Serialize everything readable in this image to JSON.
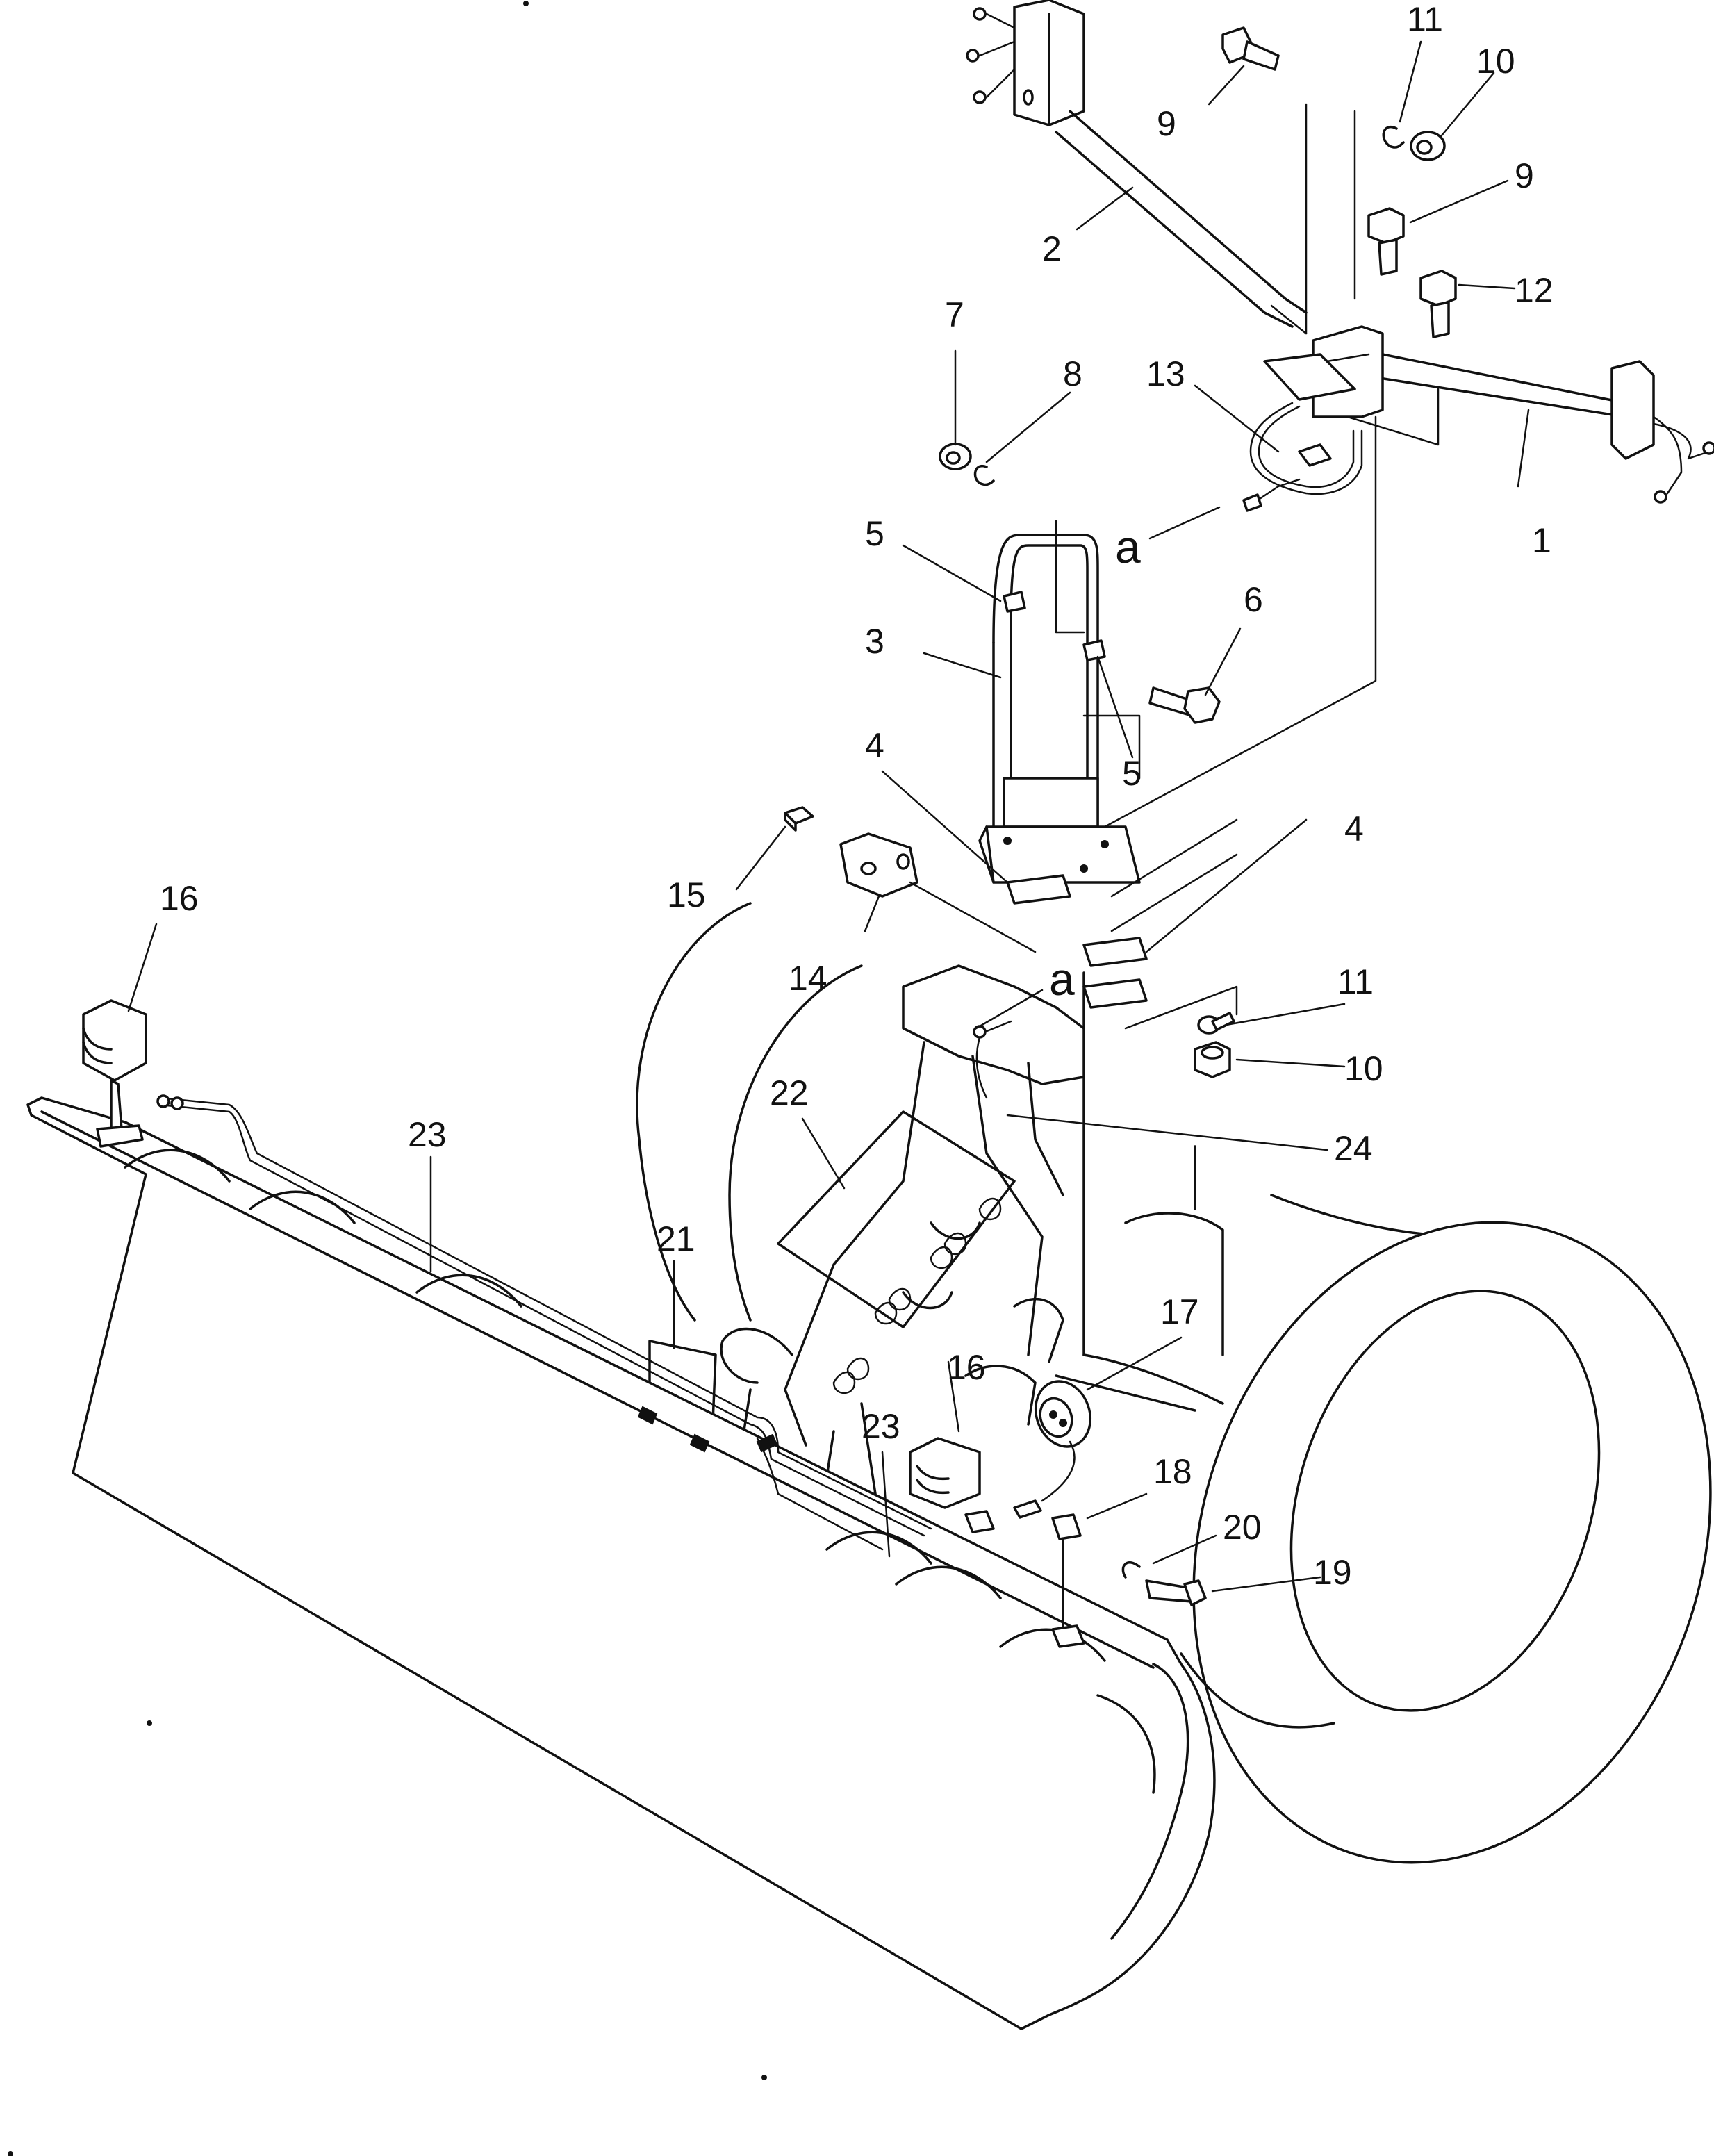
{
  "callouts": [
    {
      "key": "c1",
      "text": "1"
    },
    {
      "key": "c2",
      "text": "2"
    },
    {
      "key": "c3",
      "text": "3"
    },
    {
      "key": "c4a",
      "text": "4"
    },
    {
      "key": "c4b",
      "text": "4"
    },
    {
      "key": "c5a",
      "text": "5"
    },
    {
      "key": "c5b",
      "text": "5"
    },
    {
      "key": "c6",
      "text": "6"
    },
    {
      "key": "c7",
      "text": "7"
    },
    {
      "key": "c8",
      "text": "8"
    },
    {
      "key": "c9a",
      "text": "9"
    },
    {
      "key": "c9b",
      "text": "9"
    },
    {
      "key": "c10a",
      "text": "10"
    },
    {
      "key": "c10b",
      "text": "10"
    },
    {
      "key": "c11a",
      "text": "11"
    },
    {
      "key": "c11b",
      "text": "11"
    },
    {
      "key": "c12",
      "text": "12"
    },
    {
      "key": "c13",
      "text": "13"
    },
    {
      "key": "c14",
      "text": "14"
    },
    {
      "key": "c15",
      "text": "15"
    },
    {
      "key": "c16a",
      "text": "16"
    },
    {
      "key": "c16b",
      "text": "16"
    },
    {
      "key": "c17",
      "text": "17"
    },
    {
      "key": "c18",
      "text": "18"
    },
    {
      "key": "c19",
      "text": "19"
    },
    {
      "key": "c20",
      "text": "20"
    },
    {
      "key": "c21",
      "text": "21"
    },
    {
      "key": "c22",
      "text": "22"
    },
    {
      "key": "c23a",
      "text": "23"
    },
    {
      "key": "c23b",
      "text": "23"
    },
    {
      "key": "c24",
      "text": "24"
    }
  ],
  "connection_marks": [
    {
      "key": "a1",
      "text": "a"
    },
    {
      "key": "a2",
      "text": "a"
    }
  ]
}
